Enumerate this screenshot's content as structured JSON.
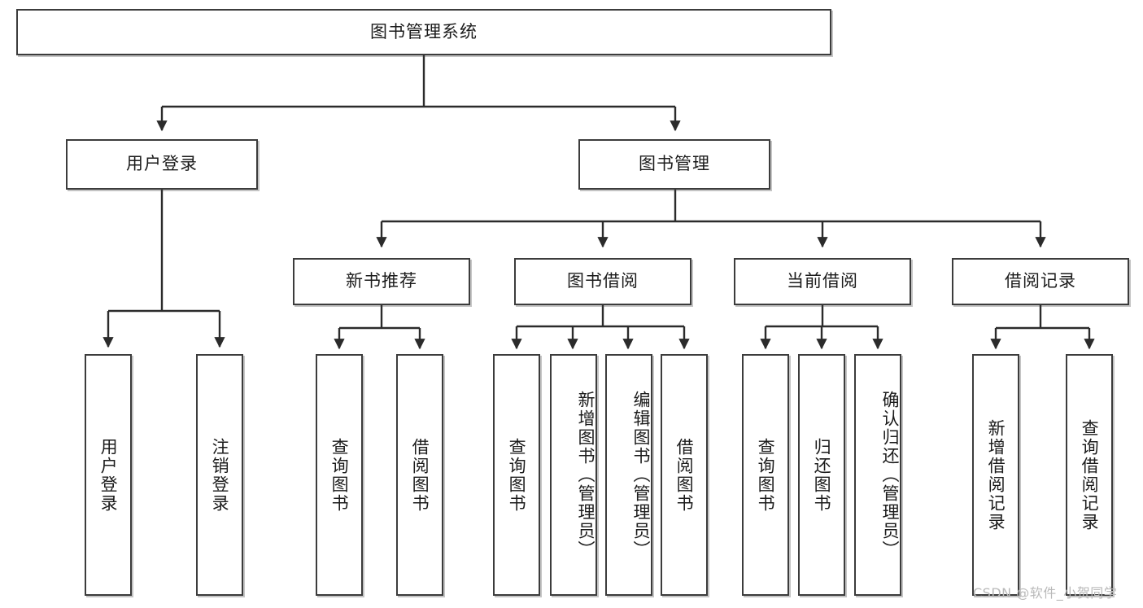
{
  "diagram": {
    "title": "图书管理系统",
    "type": "functional-structure-tree",
    "watermark": "CSDN @软件_小贺同学",
    "colors": {
      "box_border": "#3c3c3c",
      "box_fill": "#ffffff",
      "edge": "#2b2b2b",
      "text": "#1b1b1b",
      "watermark": "#b9b9b9"
    },
    "root": {
      "id": "root",
      "label": "图书管理系统"
    },
    "level1": [
      {
        "id": "user-login",
        "label": "用户登录"
      },
      {
        "id": "book-management",
        "label": "图书管理"
      }
    ],
    "level2": [
      {
        "id": "new-book-recommend",
        "label": "新书推荐",
        "parent": "book-management"
      },
      {
        "id": "book-borrow",
        "label": "图书借阅",
        "parent": "book-management"
      },
      {
        "id": "current-borrow",
        "label": "当前借阅",
        "parent": "book-management"
      },
      {
        "id": "borrow-record",
        "label": "借阅记录",
        "parent": "book-management"
      }
    ],
    "leaves": [
      {
        "id": "leaf-user-login",
        "label": "用户登录",
        "parent": "user-login"
      },
      {
        "id": "leaf-user-logout",
        "label": "注销登录",
        "parent": "user-login"
      },
      {
        "id": "leaf-query-book-1",
        "label": "查询图书",
        "parent": "new-book-recommend"
      },
      {
        "id": "leaf-borrow-book-1",
        "label": "借阅图书",
        "parent": "new-book-recommend"
      },
      {
        "id": "leaf-query-book-2",
        "label": "查询图书",
        "parent": "book-borrow"
      },
      {
        "id": "leaf-add-book",
        "label": "新增图书（管理员）",
        "parent": "book-borrow"
      },
      {
        "id": "leaf-edit-book",
        "label": "编辑图书（管理员）",
        "parent": "book-borrow"
      },
      {
        "id": "leaf-borrow-book-2",
        "label": "借阅图书",
        "parent": "book-borrow"
      },
      {
        "id": "leaf-query-book-3",
        "label": "查询图书",
        "parent": "current-borrow"
      },
      {
        "id": "leaf-return-book",
        "label": "归还图书",
        "parent": "current-borrow"
      },
      {
        "id": "leaf-confirm-return",
        "label": "确认归还（管理员）",
        "parent": "current-borrow"
      },
      {
        "id": "leaf-add-borrow-record",
        "label": "新增借阅记录",
        "parent": "borrow-record"
      },
      {
        "id": "leaf-query-borrow-record",
        "label": "查询借阅记录",
        "parent": "borrow-record"
      }
    ]
  }
}
